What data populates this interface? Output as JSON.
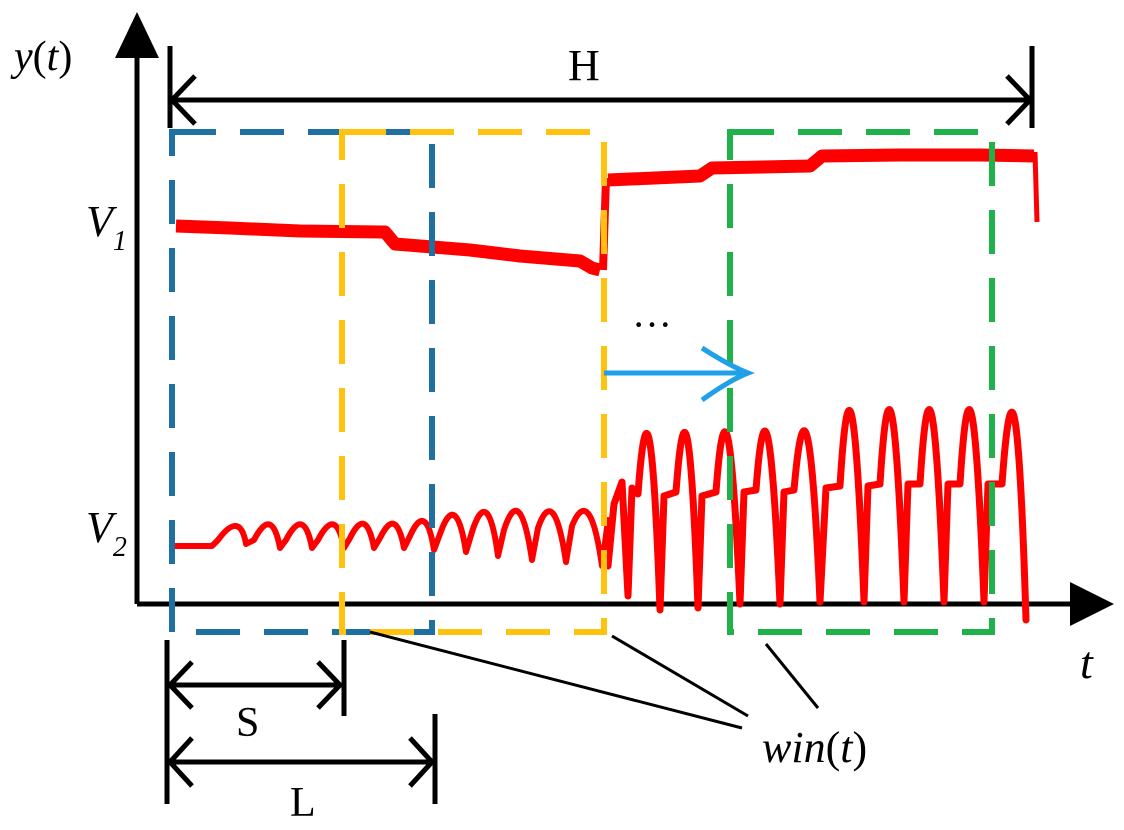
{
  "labels": {
    "y_axis_main": "y",
    "y_axis_open": "(",
    "y_axis_var": "t",
    "y_axis_close": ")",
    "x_axis": "t",
    "horizon": "H",
    "v1_main": "V",
    "v1_sub": "1",
    "v2_main": "V",
    "v2_sub": "2",
    "step": "S",
    "length": "L",
    "ellipsis": "···",
    "window_fn_main": "win",
    "window_fn_open": "(",
    "window_fn_var": "t",
    "window_fn_close": ")"
  },
  "colors": {
    "axis": "#000000",
    "signal": "#ff0000",
    "window_first": "#1f6fa0",
    "window_second": "#ffc20e",
    "window_last": "#1fb14a",
    "slide_arrow": "#1fa0e8"
  }
}
